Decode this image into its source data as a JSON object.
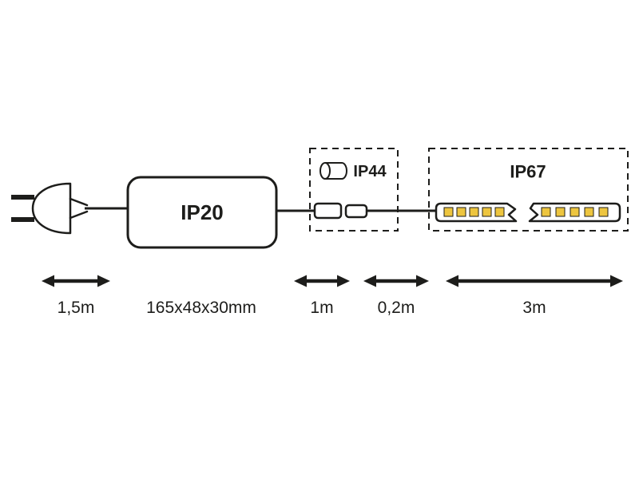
{
  "diagram": {
    "ip_labels": {
      "driver": "IP20",
      "connector": "IP44",
      "strip": "IP67"
    },
    "dimensions": {
      "cord": "1,5m",
      "driver_size": "165x48x30mm",
      "lead": "1m",
      "connector": "0,2m",
      "strip": "3m"
    },
    "colors": {
      "line": "#1d1d1b",
      "led": "#edc53f",
      "background": "#ffffff"
    }
  }
}
